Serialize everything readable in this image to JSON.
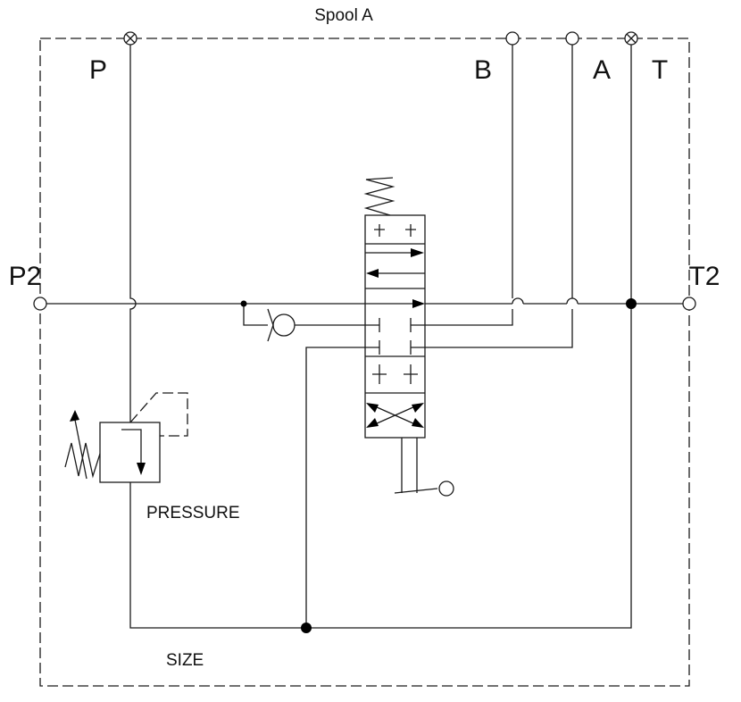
{
  "title": "Spool A",
  "ports": {
    "p": "P",
    "b": "B",
    "a": "A",
    "t": "T",
    "p2": "P2",
    "t2": "T2"
  },
  "labels": {
    "pressure": "PRESSURE",
    "size": "SIZE"
  },
  "components": [
    "pressure-relief-valve-icon",
    "check-valve-icon",
    "directional-control-valve-icon",
    "spring-icon",
    "lever-handle-icon"
  ]
}
